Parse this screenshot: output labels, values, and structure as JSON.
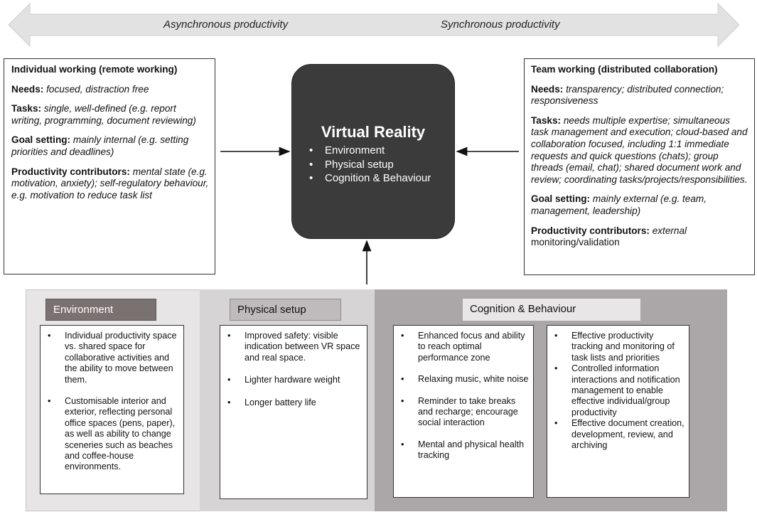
{
  "arrow": {
    "left_label": "Asynchronous productivity",
    "right_label": "Synchronous productivity",
    "fill_color": "#e2e2e2"
  },
  "individual": {
    "title": "Individual working (remote working)",
    "needs_label": "Needs:",
    "needs_text": "focused, distraction free",
    "tasks_label": "Tasks:",
    "tasks_text": "single, well-defined (e.g. report writing, programming, document reviewing)",
    "goal_label": "Goal setting:",
    "goal_text": "mainly internal (e.g. setting priorities and deadlines)",
    "contrib_label": "Productivity contributors:",
    "contrib_text": "mental state (e.g. motivation, anxiety); self-regulatory behaviour, e.g. motivation to reduce task list"
  },
  "vr": {
    "title": "Virtual Reality",
    "items": [
      "Environment",
      "Physical setup",
      "Cognition & Behaviour"
    ],
    "fill_color": "#3b3b3b"
  },
  "team": {
    "title": "Team working (distributed collaboration)",
    "needs_label": "Needs:",
    "needs_text": "transparency; distributed connection; responsiveness",
    "tasks_label": "Tasks:",
    "tasks_text": "needs multiple expertise; simultaneous task management and execution; cloud-based and collaboration focused, including 1:1 immediate requests and quick questions (chats); group threads (email, chat); shared document work and review; coordinating tasks/projects/responsibilities.",
    "goal_label": "Goal setting:",
    "goal_text": "mainly external (e.g. team, management, leadership)",
    "contrib_label": "Productivity contributors:",
    "contrib_italic": "external",
    "contrib_plain": "monitoring/validation"
  },
  "bottom": {
    "environment": {
      "header": "Environment",
      "items": [
        "Individual productivity space vs. shared space for collaborative activities and the ability to move between them.",
        "Customisable interior and exterior, reflecting personal office spaces (pens, paper), as well as ability to change sceneries such as beaches and coffee-house environments."
      ]
    },
    "physical": {
      "header": "Physical setup",
      "items": [
        "Improved safety: visible indication between VR space and real space.",
        "Lighter hardware weight",
        "Longer battery life"
      ]
    },
    "cognition": {
      "header": "Cognition & Behaviour",
      "left_items": [
        "Enhanced focus and ability to reach optimal performance zone",
        "Relaxing music, white noise",
        "Reminder to take breaks and recharge; encourage social interaction",
        "Mental and physical health tracking"
      ],
      "right_items": [
        "Effective productivity tracking and monitoring of task lists and priorities",
        "Controlled information interactions and notification management to enable effective individual/group productivity",
        "Effective document creation, development, review, and archiving"
      ]
    }
  },
  "colors": {
    "env_bg": "#e7e5e6",
    "phys_bg": "#d7d4d5",
    "cog_bg": "#aba6a7",
    "env_header_bg": "#7a7270",
    "phys_header_bg": "#bfbabb",
    "cog_header_bg": "#e8e6e7"
  }
}
